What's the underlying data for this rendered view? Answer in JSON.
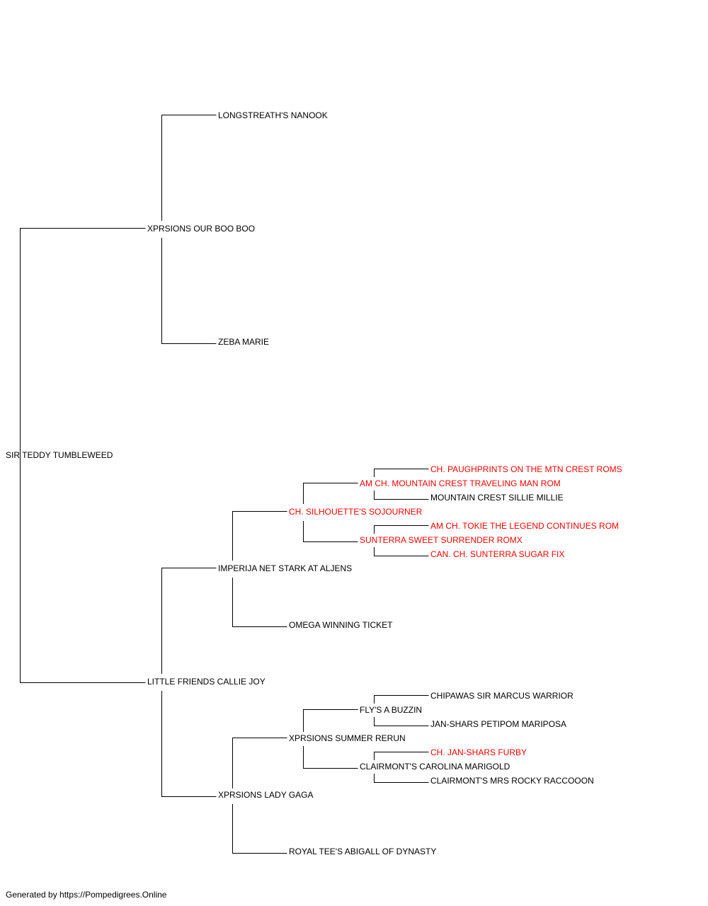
{
  "colors": {
    "normal": "#000000",
    "champion": "#ff0000",
    "line": "#000000"
  },
  "pedigree": {
    "subject": {
      "name": "SIR TEDDY TUMBLEWEED",
      "champion": false
    },
    "sire": {
      "name": "XPRSIONS OUR BOO BOO",
      "champion": false
    },
    "sire_sire": {
      "name": "LONGSTREATH'S NANOOK",
      "champion": false
    },
    "sire_dam": {
      "name": "ZEBA MARIE",
      "champion": false
    },
    "dam": {
      "name": "LITTLE FRIENDS CALLIE JOY",
      "champion": false
    },
    "dam_sire": {
      "name": "IMPERIJA NET STARK AT ALJENS",
      "champion": false
    },
    "dam_sire_sire": {
      "name": "CH. SILHOUETTE'S SOJOURNER",
      "champion": true
    },
    "dam_sire_sire_sire": {
      "name": "AM CH. MOUNTAIN CREST TRAVELING MAN ROM",
      "champion": true
    },
    "dam_sire_sire_sire_sire": {
      "name": "CH. PAUGHPRINTS ON THE MTN CREST ROMS",
      "champion": true
    },
    "dam_sire_sire_sire_dam": {
      "name": "MOUNTAIN CREST SILLIE MILLIE",
      "champion": false
    },
    "dam_sire_sire_dam": {
      "name": "SUNTERRA SWEET SURRENDER ROMX",
      "champion": true
    },
    "dam_sire_sire_dam_sire": {
      "name": "AM CH. TOKIE THE LEGEND CONTINUES ROM",
      "champion": true
    },
    "dam_sire_sire_dam_dam": {
      "name": "CAN. CH. SUNTERRA SUGAR FIX",
      "champion": true
    },
    "dam_sire_dam": {
      "name": "OMEGA WINNING TICKET",
      "champion": false
    },
    "dam_dam": {
      "name": "XPRSIONS LADY GAGA",
      "champion": false
    },
    "dam_dam_sire": {
      "name": "XPRSIONS SUMMER RERUN",
      "champion": false
    },
    "dam_dam_sire_sire": {
      "name": "FLY'S A BUZZIN",
      "champion": false
    },
    "dam_dam_sire_sire_sire": {
      "name": "CHIPAWAS SIR MARCUS WARRIOR",
      "champion": false
    },
    "dam_dam_sire_sire_dam": {
      "name": "JAN-SHARS PETIPOM MARIPOSA",
      "champion": false
    },
    "dam_dam_sire_dam": {
      "name": "CLAIRMONT'S CAROLINA MARIGOLD",
      "champion": false
    },
    "dam_dam_sire_dam_sire": {
      "name": "CH. JAN-SHARS FURBY",
      "champion": true
    },
    "dam_dam_sire_dam_dam": {
      "name": "CLAIRMONT'S MRS ROCKY RACCOOON",
      "champion": false
    },
    "dam_dam_dam": {
      "name": "ROYAL TEE'S ABIGALL OF DYNASTY",
      "champion": false
    }
  },
  "footer": {
    "text": "Generated by https://Pompedigrees.Online"
  }
}
